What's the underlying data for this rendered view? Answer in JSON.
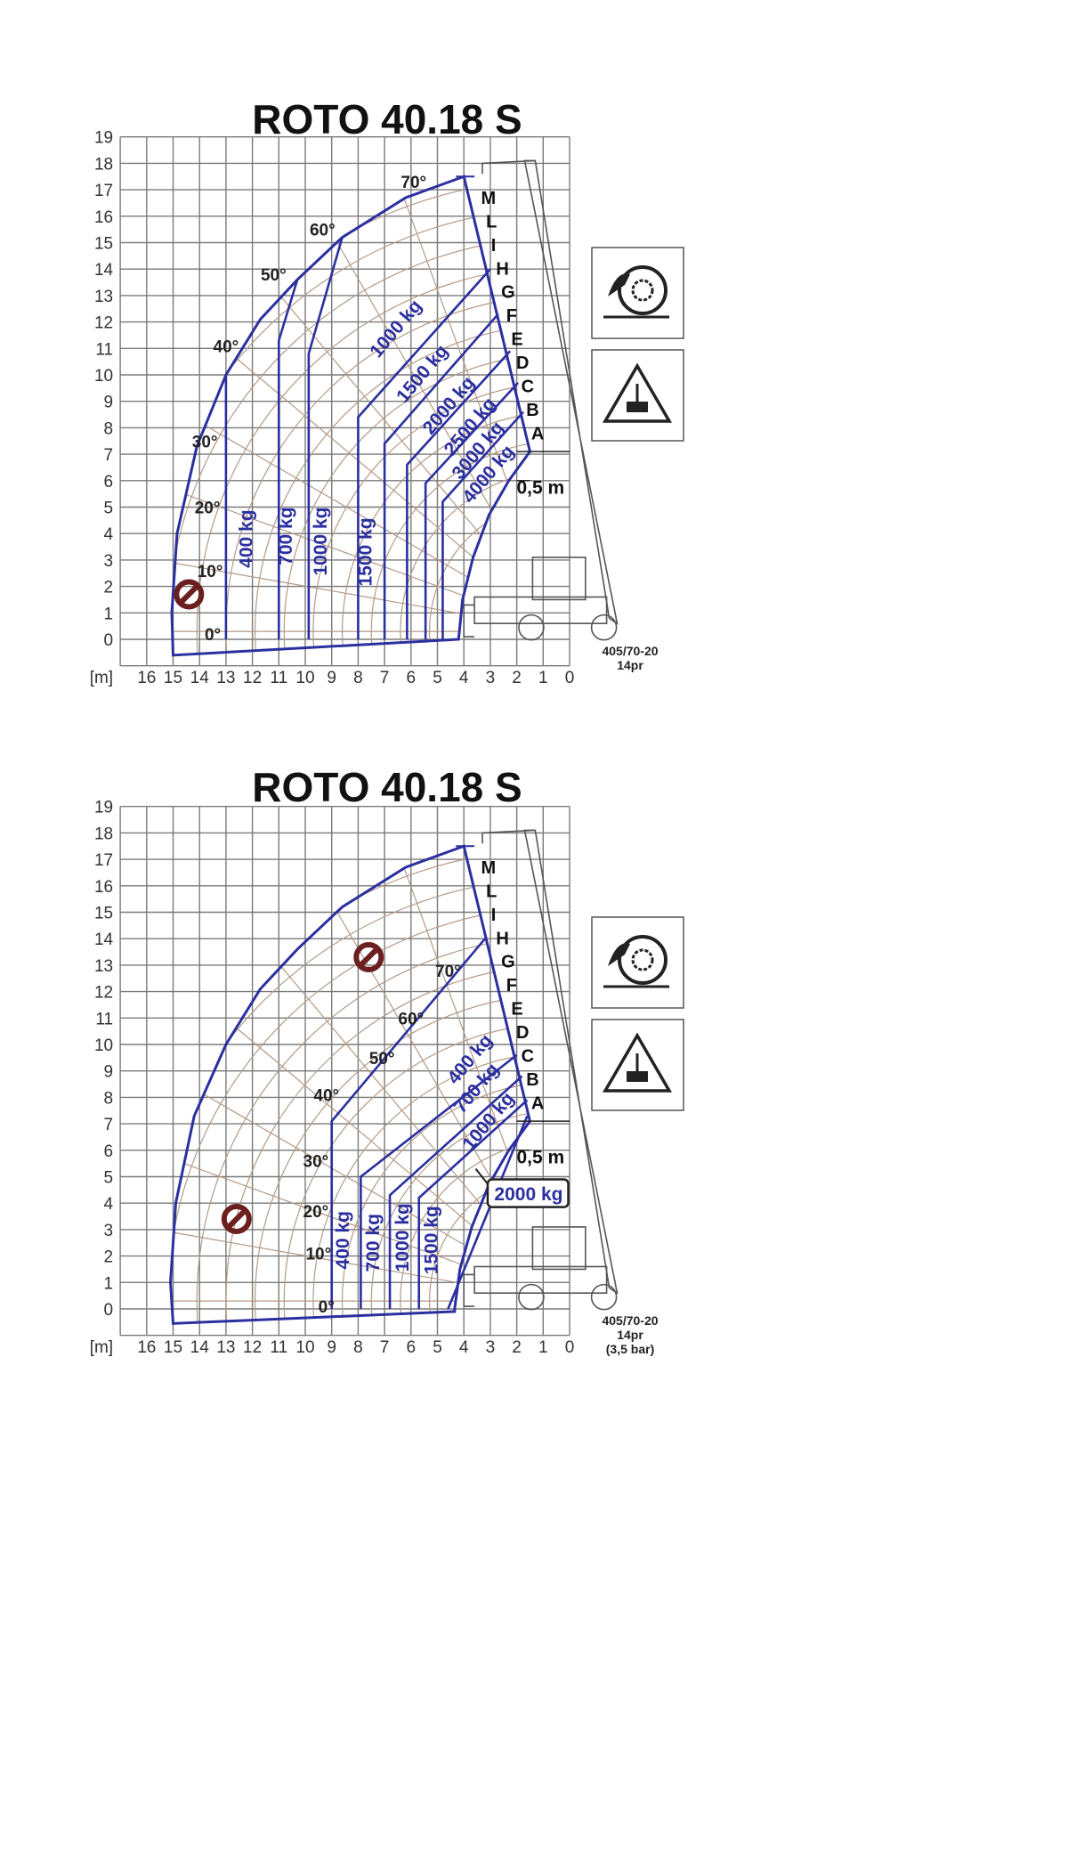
{
  "colors": {
    "envelope": "#2b2fa0",
    "grid": "#7a7a7a",
    "angle_lines": "#b49a86",
    "prohibited": "#6b1f1f",
    "machine": "#555555"
  },
  "chart_data": [
    {
      "type": "load-chart",
      "title": "ROTO 40.18 S",
      "xlabel": "[m]",
      "x_ticks": [
        "16",
        "15",
        "14",
        "13",
        "12",
        "11",
        "10",
        "9",
        "8",
        "7",
        "6",
        "5",
        "4",
        "3",
        "2",
        "1",
        "0"
      ],
      "y_ticks": [
        "0",
        "1",
        "2",
        "3",
        "4",
        "5",
        "6",
        "7",
        "8",
        "9",
        "10",
        "11",
        "12",
        "13",
        "14",
        "15",
        "16",
        "17",
        "18",
        "19"
      ],
      "xlim": [
        17,
        0
      ],
      "ylim": [
        -1,
        19
      ],
      "grid": true,
      "angle_labels": [
        "0°",
        "10°",
        "20°",
        "30°",
        "40°",
        "50°",
        "60°",
        "70°"
      ],
      "section_letters": [
        "M",
        "L",
        "I",
        "H",
        "G",
        "F",
        "E",
        "D",
        "C",
        "B",
        "A"
      ],
      "load_labels": [
        "400 kg",
        "700 kg",
        "1000 kg",
        "1500 kg",
        "1000 kg",
        "1500 kg",
        "2000 kg",
        "2500 kg",
        "3000 kg",
        "4000 kg"
      ],
      "zones": [
        {
          "load": "400 kg",
          "boundary": [
            [
              13,
              0
            ],
            [
              13,
              10
            ]
          ]
        },
        {
          "load": "700 kg",
          "boundary": [
            [
              11,
              0
            ],
            [
              11,
              11.3
            ],
            [
              10.3,
              13.6
            ]
          ]
        },
        {
          "load": "1000 kg",
          "boundary": [
            [
              9.87,
              0
            ],
            [
              9.87,
              10.8
            ],
            [
              8.6,
              15.2
            ]
          ]
        },
        {
          "load": "1500 kg",
          "boundary": [
            [
              8,
              0
            ],
            [
              8,
              8.4
            ],
            [
              3.0,
              14.0
            ]
          ]
        },
        {
          "load": "2000 kg",
          "boundary": [
            [
              7,
              0
            ],
            [
              7,
              7.4
            ],
            [
              2.7,
              12.3
            ]
          ]
        },
        {
          "load": "2500 kg",
          "boundary": [
            [
              6.15,
              0
            ],
            [
              6.15,
              6.6
            ],
            [
              2.25,
              10.9
            ]
          ]
        },
        {
          "load": "3000 kg",
          "boundary": [
            [
              5.45,
              0
            ],
            [
              5.45,
              5.9
            ],
            [
              1.95,
              9.7
            ]
          ]
        },
        {
          "load": "4000 kg",
          "boundary": [
            [
              4.8,
              0
            ],
            [
              4.8,
              5.2
            ],
            [
              1.75,
              8.6
            ]
          ]
        }
      ],
      "offset_label": "0,5 m",
      "tyre_label": [
        "405/70-20",
        "14pr"
      ]
    },
    {
      "type": "load-chart",
      "title": "ROTO 40.18 S",
      "xlabel": "[m]",
      "x_ticks": [
        "16",
        "15",
        "14",
        "13",
        "12",
        "11",
        "10",
        "9",
        "8",
        "7",
        "6",
        "5",
        "4",
        "3",
        "2",
        "1",
        "0"
      ],
      "y_ticks": [
        "0",
        "1",
        "2",
        "3",
        "4",
        "5",
        "6",
        "7",
        "8",
        "9",
        "10",
        "11",
        "12",
        "13",
        "14",
        "15",
        "16",
        "17",
        "18",
        "19"
      ],
      "xlim": [
        17,
        0
      ],
      "ylim": [
        -1,
        19
      ],
      "grid": true,
      "angle_labels": [
        "0°",
        "10°",
        "20°",
        "30°",
        "40°",
        "50°",
        "60°",
        "70°"
      ],
      "section_letters": [
        "M",
        "L",
        "I",
        "H",
        "G",
        "F",
        "E",
        "D",
        "C",
        "B",
        "A"
      ],
      "load_labels": [
        "400 kg",
        "700 kg",
        "1000 kg",
        "1500 kg",
        "400 kg",
        "700 kg",
        "1000 kg",
        "2000 kg"
      ],
      "zones": [
        {
          "load": "prohibited",
          "boundary": [
            [
              9,
              0
            ],
            [
              9,
              7.1
            ],
            [
              3.2,
              14.0
            ]
          ]
        },
        {
          "load": "400 kg",
          "boundary": [
            [
              7.9,
              0
            ],
            [
              7.9,
              5.0
            ],
            [
              2.0,
              9.6
            ]
          ]
        },
        {
          "load": "700 kg",
          "boundary": [
            [
              6.8,
              0
            ],
            [
              6.8,
              4.3
            ],
            [
              1.8,
              8.8
            ]
          ]
        },
        {
          "load": "1000 kg",
          "boundary": [
            [
              5.7,
              0
            ],
            [
              5.7,
              4.2
            ],
            [
              1.6,
              7.9
            ]
          ]
        },
        {
          "load": "1500 kg",
          "boundary": [
            [
              4.6,
              0
            ],
            [
              1.6,
              7.3
            ]
          ]
        }
      ],
      "offset_label": "0,5 m",
      "callout": "2000 kg",
      "tyre_label": [
        "405/70-20",
        "14pr",
        "(3,5 bar)"
      ]
    }
  ]
}
